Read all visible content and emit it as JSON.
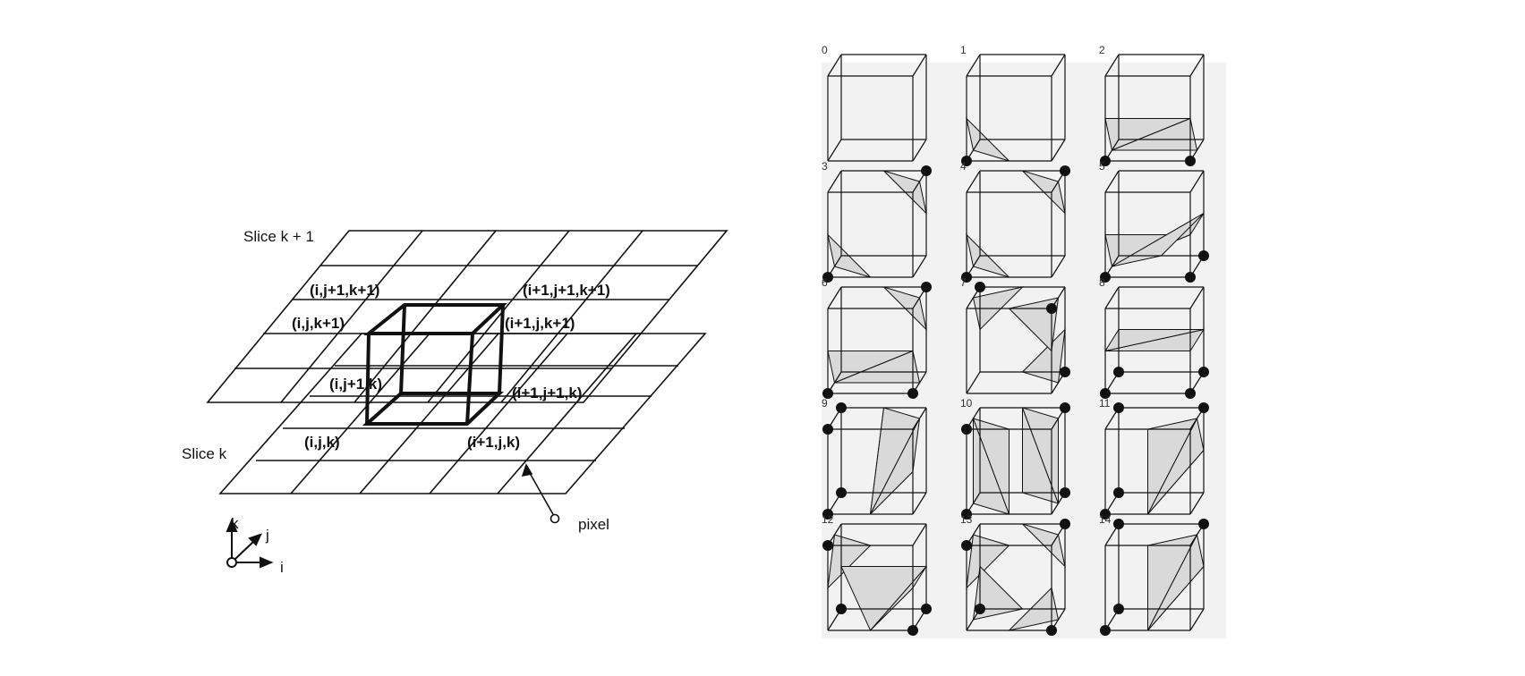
{
  "left_diagram": {
    "slice_upper_label": "Slice k + 1",
    "slice_lower_label": "Slice k",
    "vertex_labels": {
      "upper_back_left": "(i,j+1,k+1)",
      "upper_back_right": "(i+1,j+1,k+1)",
      "upper_front_left": "(i,j,k+1)",
      "upper_front_right": "(i+1,j,k+1)",
      "lower_back_left": "(i,j+1,k)",
      "lower_back_right": "(i+1,j+1,k)",
      "lower_front_left": "(i,j,k)",
      "lower_front_right": "(i+1,j,k)"
    },
    "pixel_label": "pixel",
    "axes": {
      "k": "k",
      "j": "j",
      "i": "i"
    }
  },
  "right_diagram": {
    "case_numbers": [
      "0",
      "1",
      "2",
      "3",
      "4",
      "5",
      "6",
      "7",
      "8",
      "9",
      "10",
      "11",
      "12",
      "13",
      "14"
    ]
  },
  "colors": {
    "ink": "#111111",
    "panel": "#f2f2f2",
    "shade": "#d9d9d9"
  }
}
